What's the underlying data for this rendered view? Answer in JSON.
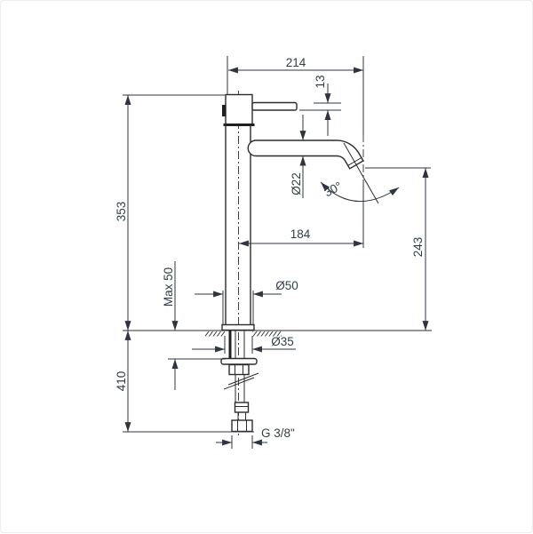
{
  "drawing": {
    "labels": {
      "width_overall": "214",
      "lever_thickness": "13",
      "height_above_deck": "353",
      "spout_tube_diameter": "Ø22",
      "spout_angle": "30°",
      "spout_reach": "184",
      "spout_outlet_height": "243",
      "max_deck_thickness": "Max 50",
      "base_diameter": "Ø50",
      "hole_diameter": "Ø35",
      "height_below_deck": "410",
      "supply_thread": "G 3/8\""
    },
    "colors": {
      "line": "#2c2c2c",
      "dimension_text": "#333d49",
      "background": "#ffffff"
    }
  }
}
